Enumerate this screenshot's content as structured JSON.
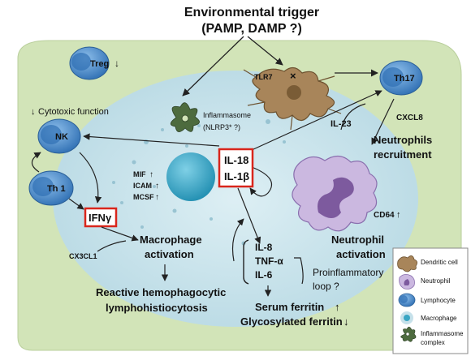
{
  "title": {
    "line1": "Environmental trigger",
    "line2": "(PAMP, DAMP ?)"
  },
  "cells": {
    "treg": "Treg",
    "tlr7": "TLR7",
    "th17": "Th17",
    "nk": "NK",
    "th1": "Th 1"
  },
  "labels": {
    "cytotoxic": "Cytotoxic function",
    "inflammasome_1": "Inflammasome",
    "inflammasome_2": "(NLRP3* ?)",
    "il23": "IL-23",
    "cxcl8": "CXCL8",
    "neutrophils_rec_1": "Neutrophils",
    "neutrophils_rec_2": "recruitment",
    "il18": "IL-18",
    "il1b": "IL-1β",
    "mif": "MIF",
    "icam": "ICAM",
    "mcsf": "MCSF",
    "ifng": "IFNγ",
    "cx3cl1": "CX3CL1",
    "macro_act_1": "Macrophage",
    "macro_act_2": "activation",
    "cd64": "CD64",
    "neutro_act_1": "Neutrophil",
    "neutro_act_2": "activation",
    "il8": "IL-8",
    "tnfa": "TNF-α",
    "il6": "IL-6",
    "proinf_1": "Proinflammatory",
    "proinf_2": "loop ?",
    "hlh_1": "Reactive hemophagocytic",
    "hlh_2": "lymphohistiocytosis",
    "serum": "Serum ferritin",
    "glyco": "Glycosylated ferritin"
  },
  "legend": {
    "items": [
      {
        "label": "Dendritic cell",
        "icon": "dendritic-cell-icon"
      },
      {
        "label": "Neutrophil",
        "icon": "neutrophil-icon"
      },
      {
        "label": "Lymphocyte",
        "icon": "lymphocyte-icon"
      },
      {
        "label": "Macrophage",
        "icon": "macrophage-icon"
      },
      {
        "label": "Inflammasome",
        "label2": "complex",
        "icon": "inflammasome-icon"
      }
    ]
  },
  "colors": {
    "background_green": "#d2e4b8",
    "cytoplasm": "#c6e1ea",
    "lymphocyte": "#4f8fcf",
    "macrophage": "#3aa6c4",
    "neutrophil": "#cbb8e0",
    "nucleus_purple": "#7d5a9e",
    "dendritic": "#a8855a",
    "highlight_red": "#d9261c"
  }
}
